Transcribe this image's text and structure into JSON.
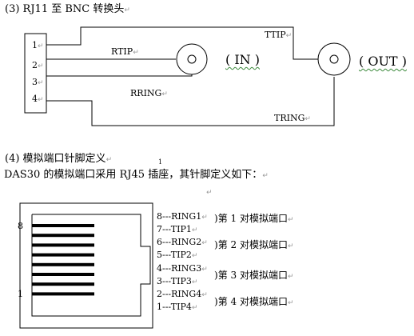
{
  "section3": {
    "heading": "(3) RJ11 至 BNC 转换头",
    "pins": [
      "1",
      "2",
      "3",
      "4"
    ],
    "wires": {
      "ttip": "TTIP",
      "rtip": "RTIP",
      "rring": "RRING",
      "tring": "TRING"
    },
    "connectors": {
      "in": "( IN )",
      "out": "( OUT )"
    }
  },
  "section4": {
    "heading": "(4) 模拟端口针脚定义",
    "footnote_mark": "1",
    "description": "DAS30 的模拟端口采用 RJ45 插座，其针脚定义如下：",
    "socket_labels": {
      "top_pin": "8",
      "bottom_pin": "1"
    },
    "pin_list": [
      "8---RING1",
      "7---TIP1",
      "6---RING2",
      "5---TIP2",
      "4---RING3",
      "3---TIP3",
      "2---RING4",
      "1---TIP4"
    ],
    "pairs": [
      "第 1 对模拟端口",
      "第 2 对模拟端口",
      "第 3 对模拟端口",
      "第 4 对模拟端口"
    ]
  },
  "marks": {
    "para": "↵"
  }
}
